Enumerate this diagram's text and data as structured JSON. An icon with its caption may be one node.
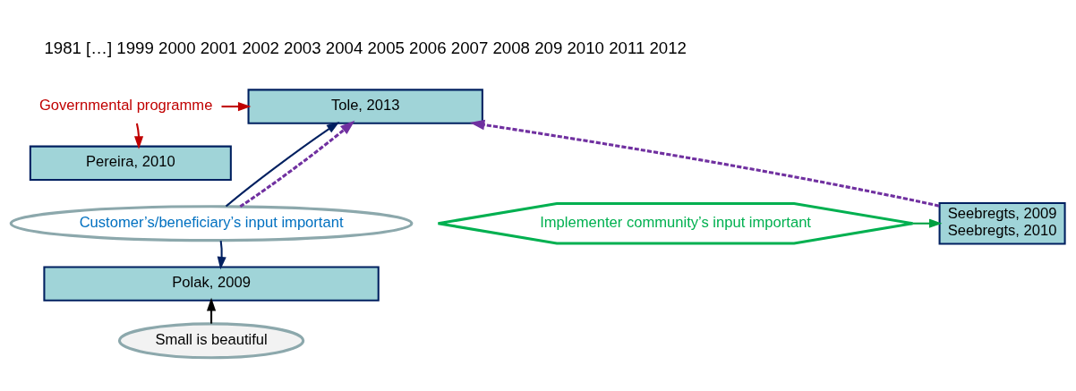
{
  "diagram": {
    "nodes": [
      {
        "text": [
          "Governmental programme"
        ]
      },
      {
        "text": [
          "Tole, 2013"
        ]
      },
      {
        "text": [
          "Pereira, 2010"
        ]
      },
      {
        "text": [
          "Customer’s/beneficiary’s input important"
        ]
      },
      {
        "text": [
          "Seebregts, 2009",
          "Seebregts, 2010"
        ]
      },
      {
        "text": [
          "Implementer community’s input important"
        ]
      },
      {
        "text": [
          "Polak, 2009"
        ]
      },
      {
        "text": [
          "Small is beautiful"
        ]
      }
    ],
    "edges": [
      {
        "from": 0,
        "to": 1,
        "arrow": "to",
        "color": "#c00000"
      },
      {
        "from": 0,
        "to": 2,
        "arrow": "to",
        "color": "#c00000"
      },
      {
        "from": 3,
        "to": 1,
        "arrow": "to",
        "color": "#002060"
      },
      {
        "from": 3,
        "to": 1,
        "arrow": "to",
        "style": "dashed",
        "color": "#7030a0"
      },
      {
        "from": 4,
        "to": 1,
        "arrow": "to",
        "style": "dashed",
        "color": "#7030a0"
      },
      {
        "from": 3,
        "to": 6,
        "arrow": "to",
        "color": "#002060"
      },
      {
        "from": 5,
        "to": 4,
        "arrow": "to",
        "color": "#00a040"
      },
      {
        "from": 7,
        "to": 6,
        "arrow": "to",
        "color": "#000000"
      }
    ],
    "labels": [
      "1981 […] 1999 2000 2001 2002 2003 2004 2005 2006 2007 2008 209 2010 2011 2012"
    ]
  }
}
